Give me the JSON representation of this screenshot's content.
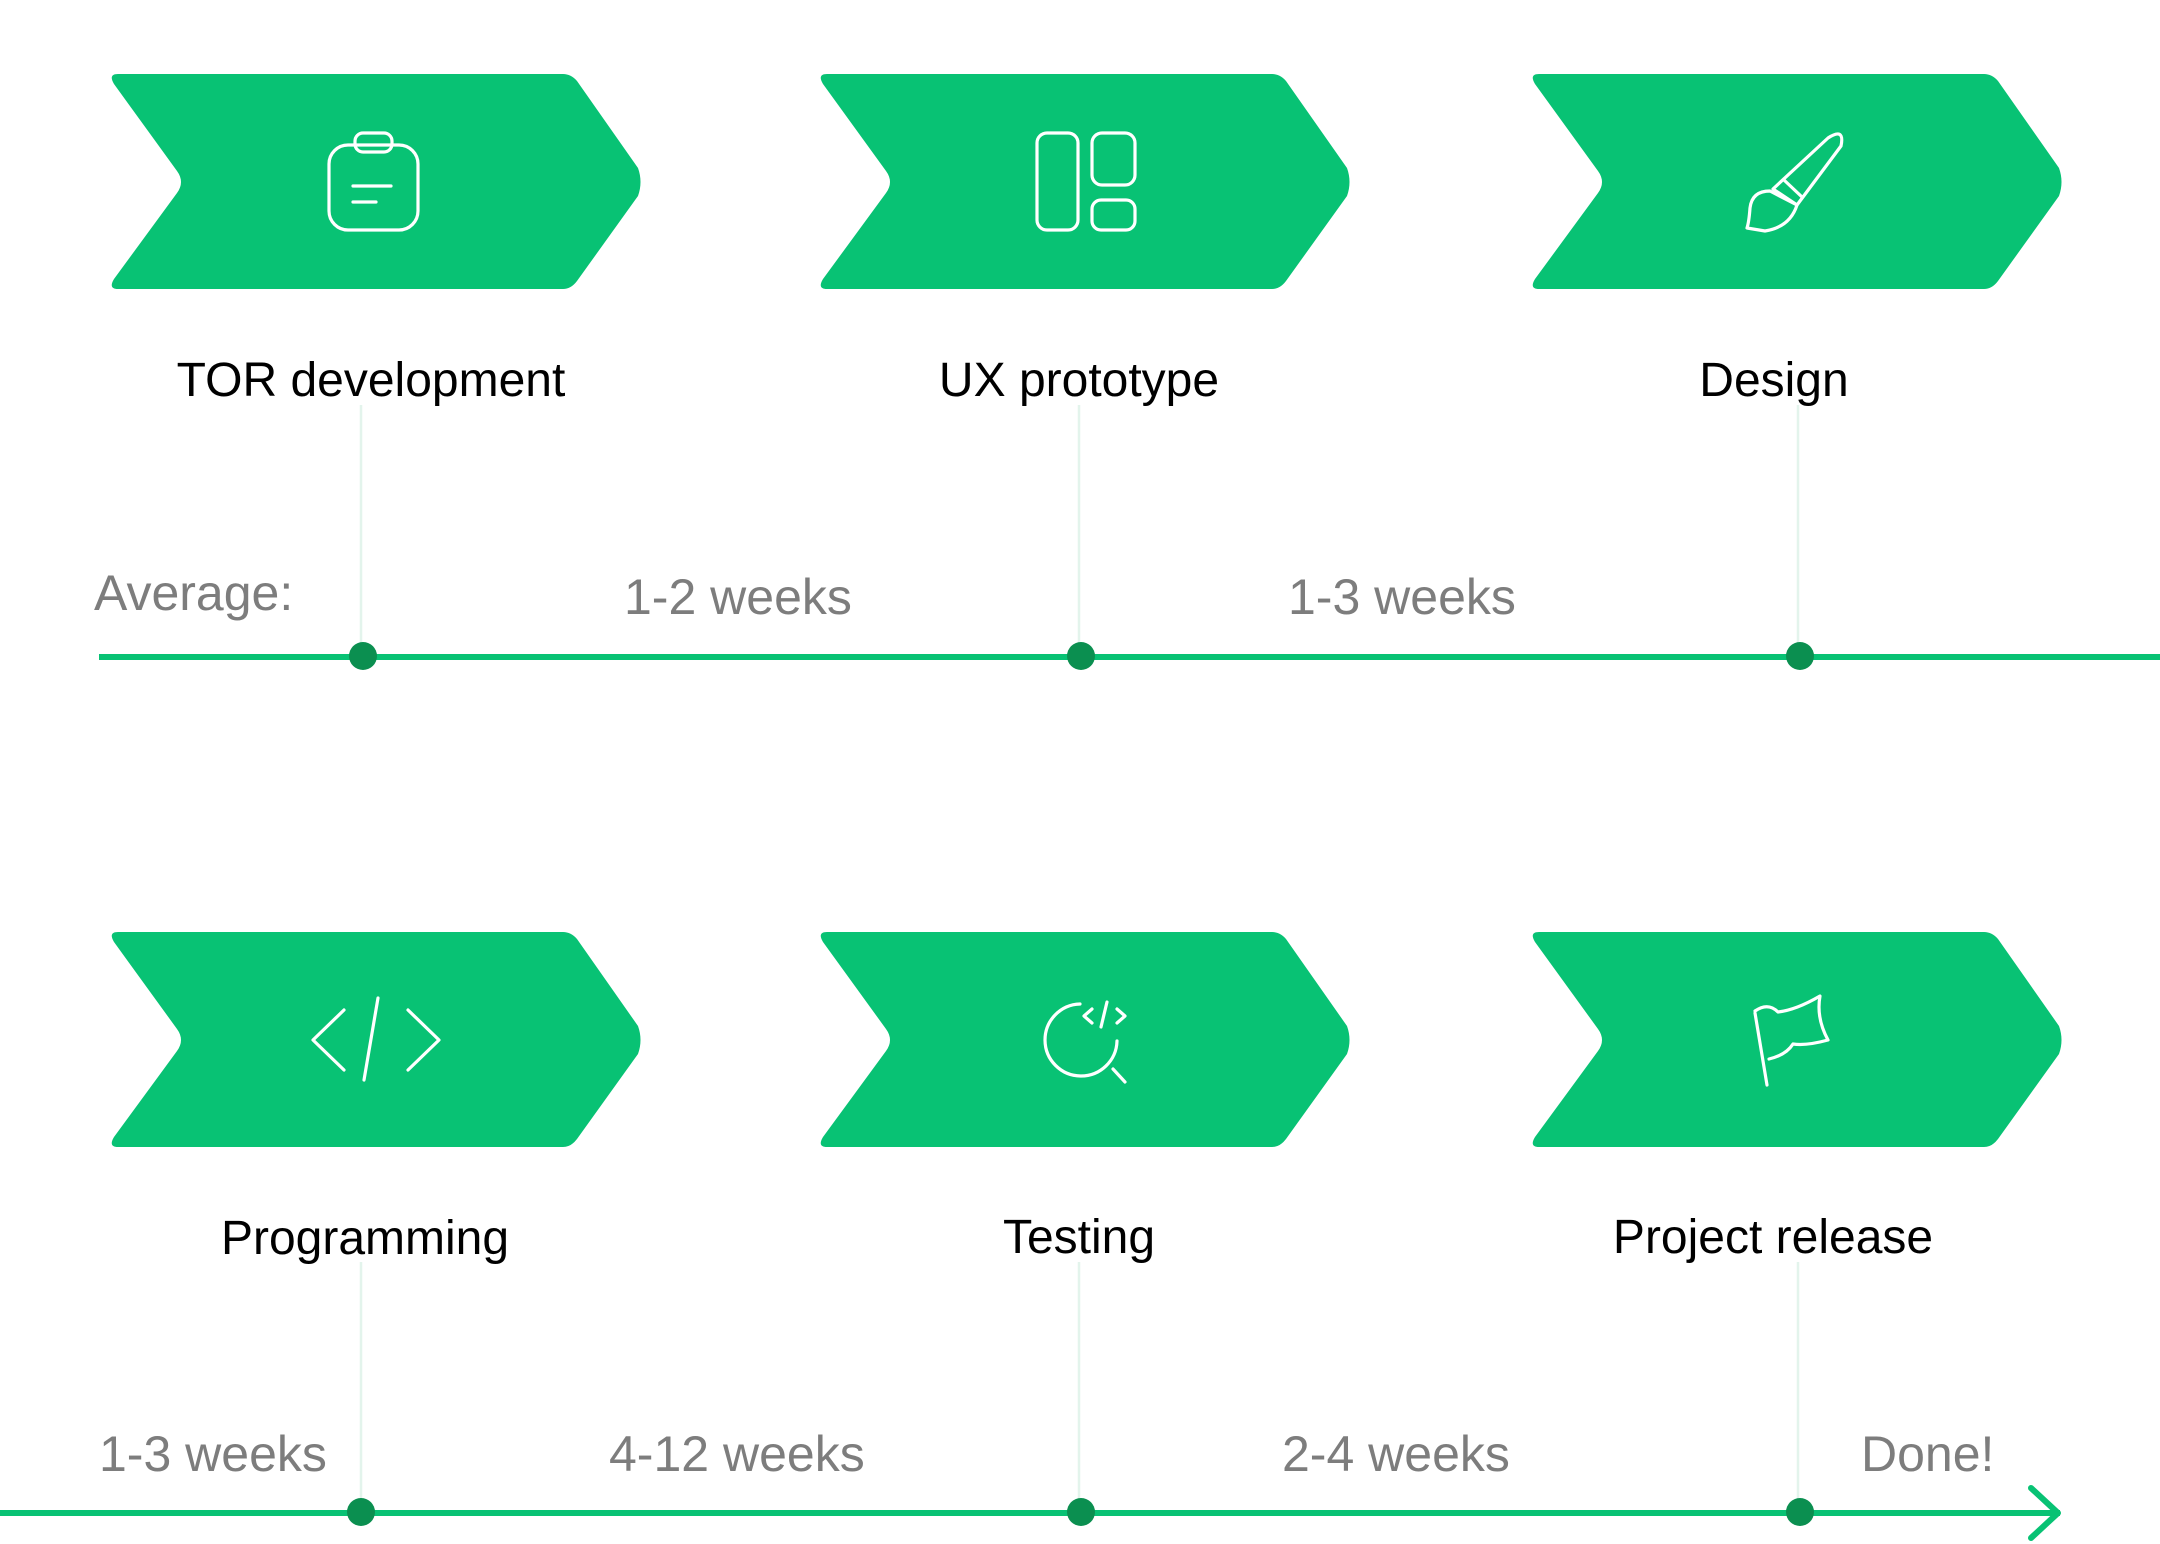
{
  "colors": {
    "accent": "#08c274",
    "milestone_dot": "#0b8f50",
    "connector": "#e3f4ec",
    "label_text": "#000000",
    "duration_text": "#7d7d7d"
  },
  "average_label": "Average:",
  "steps": [
    {
      "label": "TOR development",
      "icon": "clipboard-icon"
    },
    {
      "label": "UX prototype",
      "icon": "layout-icon"
    },
    {
      "label": "Design",
      "icon": "paintbrush-icon"
    },
    {
      "label": "Programming",
      "icon": "code-icon"
    },
    {
      "label": "Testing",
      "icon": "code-search-icon"
    },
    {
      "label": "Project release",
      "icon": "flag-icon"
    }
  ],
  "durations": [
    {
      "text": "1-2 weeks",
      "between": "TOR development → UX prototype"
    },
    {
      "text": "1-3 weeks",
      "between": "UX prototype → Design"
    },
    {
      "text": "1-3 weeks",
      "between": "Design → Programming"
    },
    {
      "text": "4-12 weeks",
      "between": "Programming → Testing"
    },
    {
      "text": "2-4 weeks",
      "between": "Testing → Project release"
    }
  ],
  "done_label": "Done!"
}
